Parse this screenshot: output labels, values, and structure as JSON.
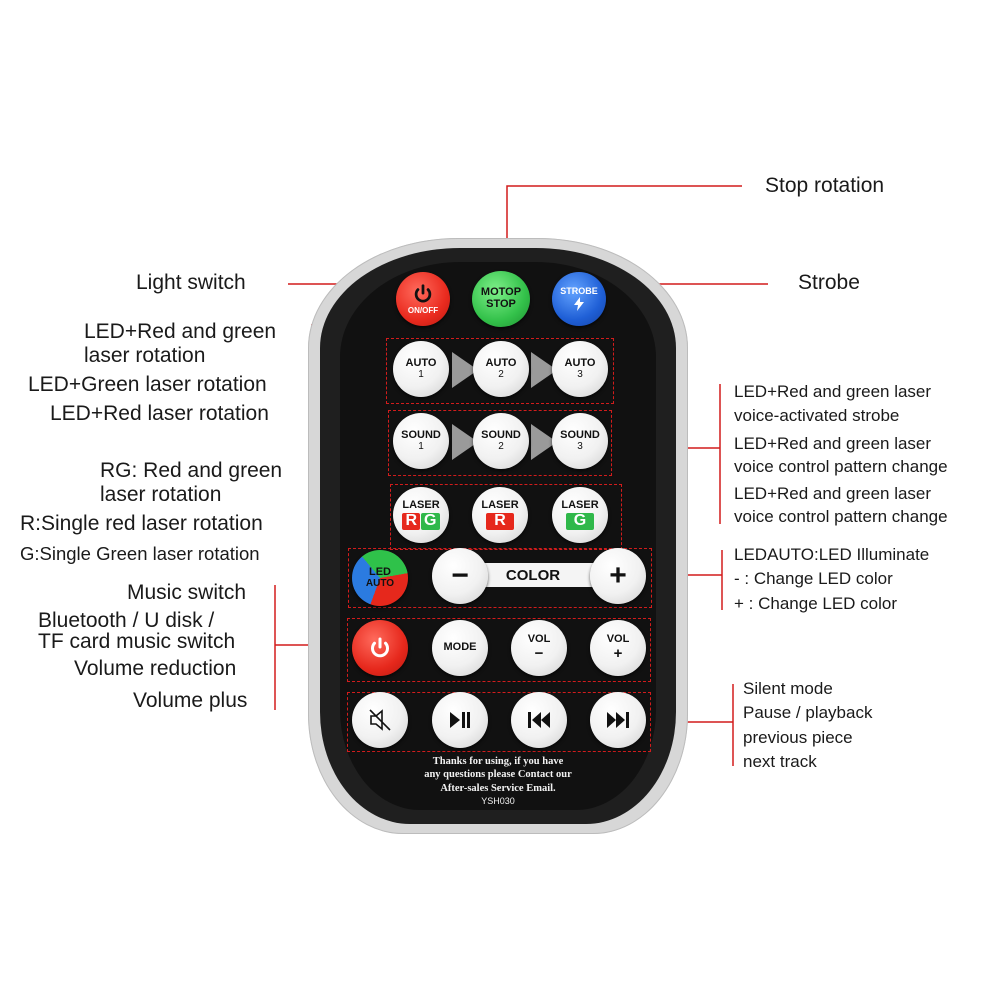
{
  "remote": {
    "buttons": {
      "on_off": {
        "label": "ON/OFF",
        "icon": "power-icon"
      },
      "motop_stop": {
        "line1": "MOTOP",
        "line2": "STOP"
      },
      "strobe": {
        "label": "STROBE",
        "icon": "lightning-icon"
      },
      "auto": [
        {
          "line1": "AUTO",
          "line2": "1"
        },
        {
          "line1": "AUTO",
          "line2": "2"
        },
        {
          "line1": "AUTO",
          "line2": "3"
        }
      ],
      "sound": [
        {
          "line1": "SOUND",
          "line2": "1"
        },
        {
          "line1": "SOUND",
          "line2": "2"
        },
        {
          "line1": "SOUND",
          "line2": "3"
        }
      ],
      "laser": [
        {
          "line1": "LASER",
          "letters": [
            "R",
            "G"
          ]
        },
        {
          "line1": "LASER",
          "letters": [
            "R"
          ]
        },
        {
          "line1": "LASER",
          "letters": [
            "G"
          ]
        }
      ],
      "led_auto": {
        "line1": "LED",
        "line2": "AUTO"
      },
      "minus": "−",
      "color": "COLOR",
      "plus": "+",
      "music": {
        "icon": "power-icon"
      },
      "mode": "MODE",
      "vol_down": {
        "line1": "VOL",
        "line2": "−"
      },
      "vol_up": {
        "line1": "VOL",
        "line2": "+"
      },
      "mute": {
        "icon": "mute-icon"
      },
      "play_pause": {
        "icon": "play-pause-icon"
      },
      "previous": {
        "icon": "previous-icon"
      },
      "next": {
        "icon": "next-icon"
      }
    },
    "message": [
      "Thanks for using, if you have",
      "any questions please Contact our",
      "After-sales Service Email."
    ],
    "model": "YSH030"
  },
  "callouts": {
    "stop_rotation": "Stop rotation",
    "light_switch": "Light switch",
    "strobe": "Strobe",
    "left": {
      "auto_rg_1": "LED+Red and green",
      "auto_rg_2": "laser rotation",
      "auto_green": "LED+Green laser rotation",
      "auto_red": "LED+Red laser rotation",
      "laser_rg_1": "RG: Red and green",
      "laser_rg_2": "laser rotation",
      "laser_r": "R:Single red laser rotation",
      "laser_g": "G:Single Green laser rotation",
      "music_switch": "Music switch",
      "bt_1": "Bluetooth / U disk /",
      "bt_2": "TF card music switch",
      "vol_down": "Volume reduction",
      "vol_up": "Volume plus"
    },
    "right": {
      "sound1_1": "LED+Red and green laser",
      "sound1_2": "voice-activated strobe",
      "sound2_1": "LED+Red and green laser",
      "sound2_2": "voice control pattern change",
      "sound3_1": "LED+Red and green laser",
      "sound3_2": "voice control pattern change",
      "ledauto": "LEDAUTO:LED Illuminate",
      "minus": "- : Change LED color",
      "plus": "+ : Change LED color",
      "silent": "Silent mode",
      "pause": "Pause / playback",
      "previous": "previous piece",
      "next": "next track"
    }
  },
  "colors": {
    "accent_line": "#d21c1c",
    "remote_body": "#111111",
    "red": "#e6281c",
    "green": "#33c14a",
    "blue": "#1f5fd6"
  }
}
